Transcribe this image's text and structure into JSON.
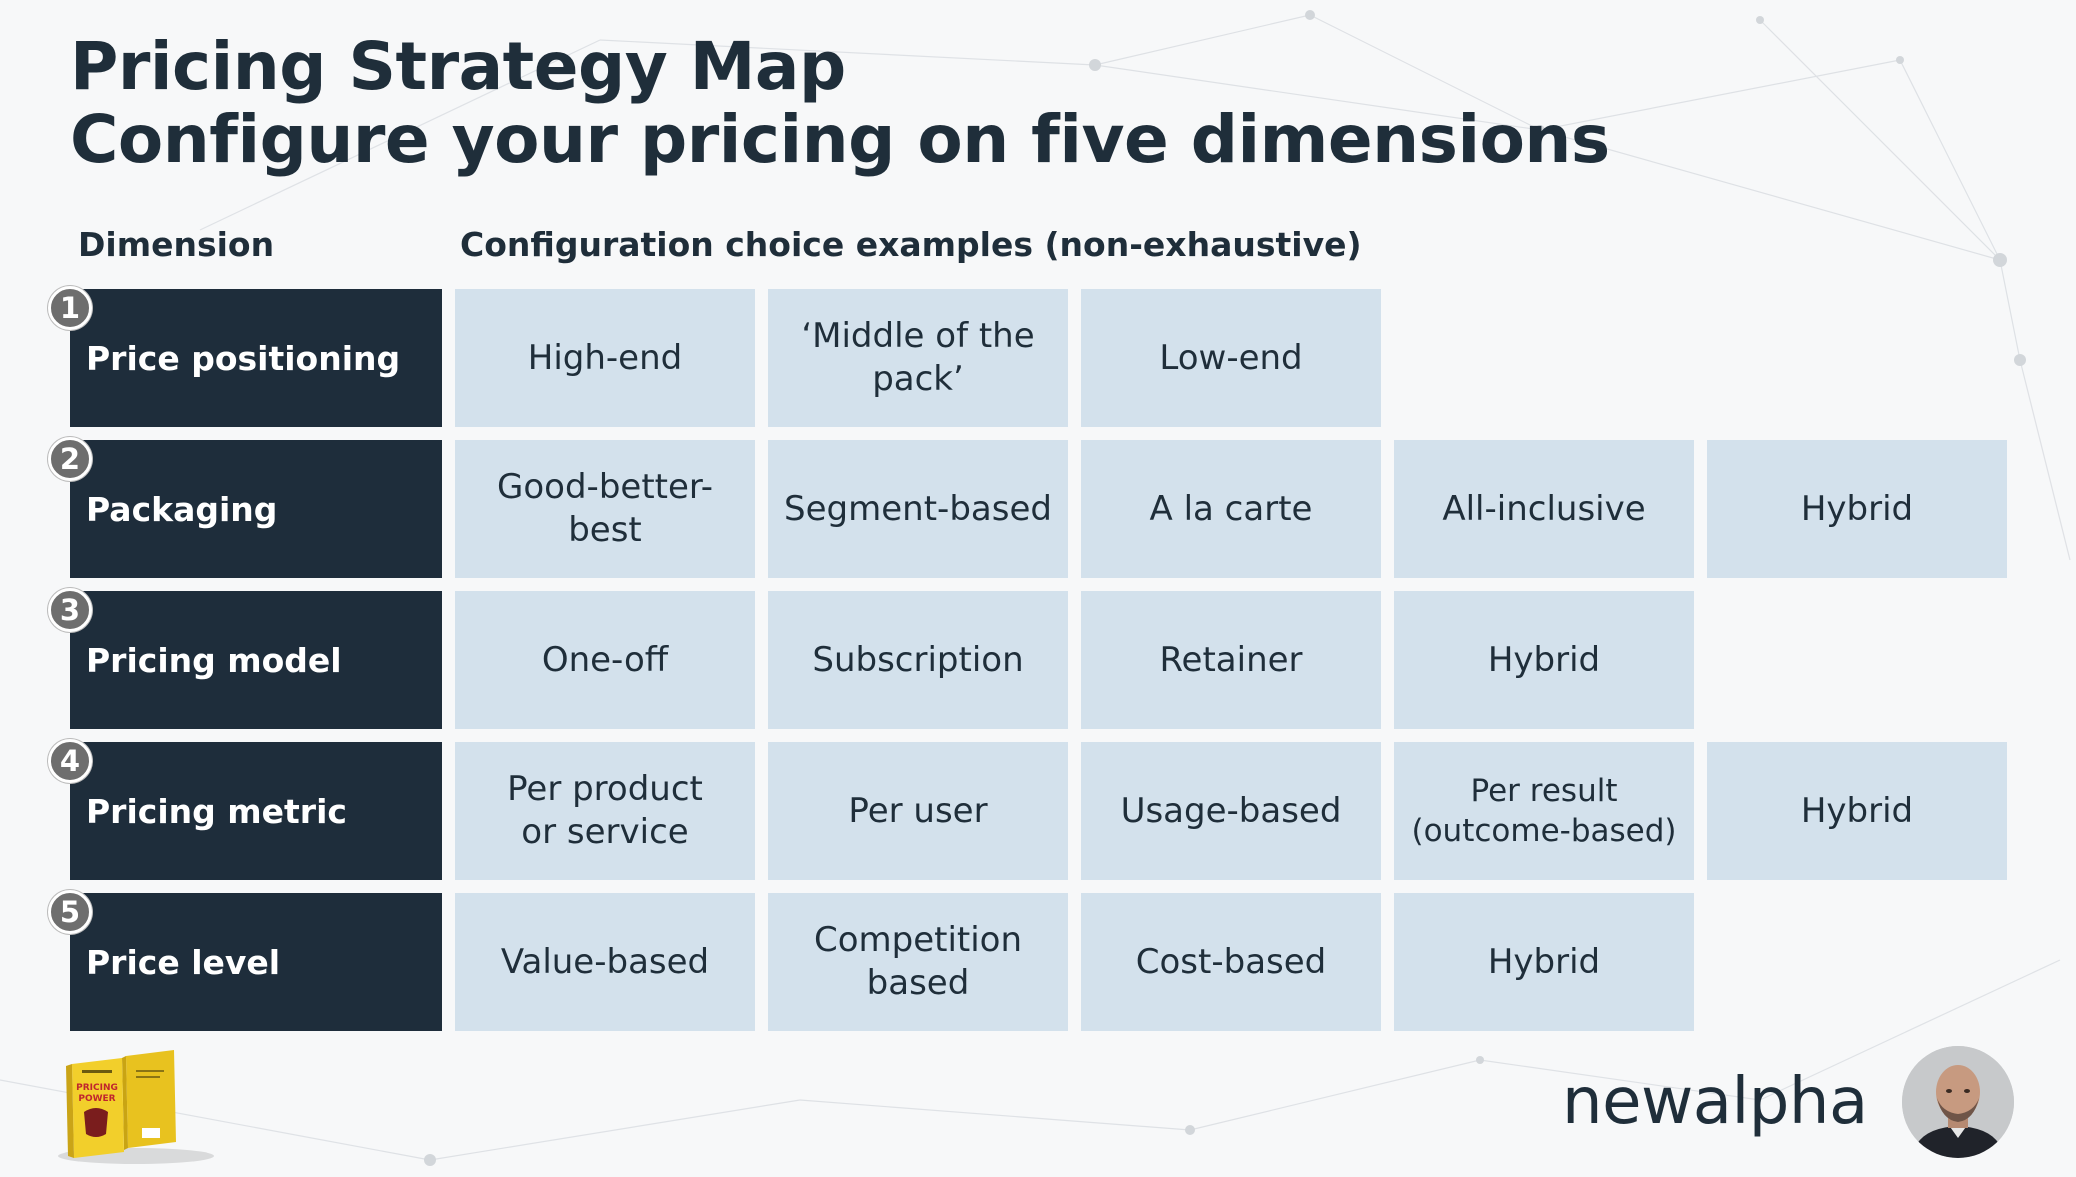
{
  "title": {
    "line1": "Pricing Strategy Map",
    "line2": "Configure your pricing on five dimensions"
  },
  "headers": {
    "dimension": "Dimension",
    "configuration": "Configuration choice examples (non-exhaustive)"
  },
  "rows": [
    {
      "number": "1",
      "dimension": "Price positioning",
      "choices": [
        "High-end",
        "‘Middle of the pack’",
        "Low-end"
      ]
    },
    {
      "number": "2",
      "dimension": "Packaging",
      "choices": [
        "Good-better-best",
        "Segment-based",
        "A la carte",
        "All-inclusive",
        "Hybrid"
      ]
    },
    {
      "number": "3",
      "dimension": "Pricing model",
      "choices": [
        "One-off",
        "Subscription",
        "Retainer",
        "Hybrid"
      ]
    },
    {
      "number": "4",
      "dimension": "Pricing metric",
      "choices": [
        "Per product or service",
        "Per user",
        "Usage-based",
        "Per result (outcome-based)",
        "Hybrid"
      ]
    },
    {
      "number": "5",
      "dimension": "Price level",
      "choices": [
        "Value-based",
        "Competition based",
        "Cost-based",
        "Hybrid"
      ]
    }
  ],
  "footer": {
    "brand": "newalpha",
    "book": {
      "title": "PRICING POWER"
    }
  },
  "colors": {
    "dimension_box": "#1e2d3b",
    "choice_cell": "#d3e1ec",
    "badge": "#6e6e6e",
    "text": "#1f2e3a"
  }
}
